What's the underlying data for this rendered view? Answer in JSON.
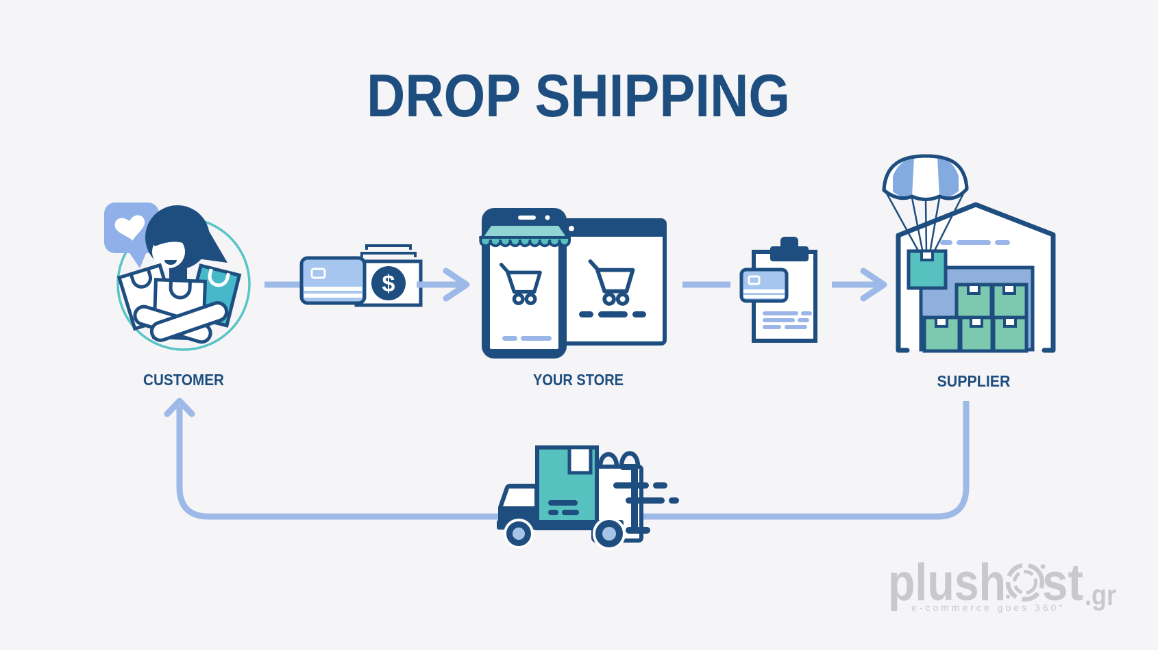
{
  "title": "DROP SHIPPING",
  "nodes": {
    "customer": {
      "label": "CUSTOMER"
    },
    "store": {
      "label": "YOUR STORE"
    },
    "supplier": {
      "label": "SUPPLIER"
    }
  },
  "payment": {
    "currency_symbol": "$"
  },
  "watermark": {
    "brand_start": "plush",
    "brand_end": "st",
    "tld": ".gr",
    "tagline": "e-commerce goes 360°"
  },
  "icons": {
    "customer": "woman-with-shopping-bags-icon",
    "like": "heart-speech-bubble-icon",
    "payment": "credit-card-and-cash-icon",
    "store": "storefront-phone-and-browser-carts-icon",
    "order": "clipboard-with-credit-card-icon",
    "supplier": "warehouse-with-boxes-icon",
    "delivery_drop": "parachute-package-icon",
    "fulfillment": "delivery-truck-with-package-icon"
  },
  "colors": {
    "bg": "#f5f4f6",
    "navy": "#1e4e7f",
    "arrow": "#9db9e8",
    "bubble": "#8fb0e8",
    "card": "#a6c6f0",
    "door": "#8fb0dd",
    "hub": "#a5c4e8",
    "chute": "#83abdf",
    "dash": "#9ab6e8",
    "teal": "#57c1c0",
    "awning_top": "#8fd6d2",
    "bag_teal": "#46b8c9",
    "box_green": "#7cc9af",
    "circle_teal": "#58c4c6",
    "gray": "#c9c8ce",
    "white": "#ffffff"
  }
}
